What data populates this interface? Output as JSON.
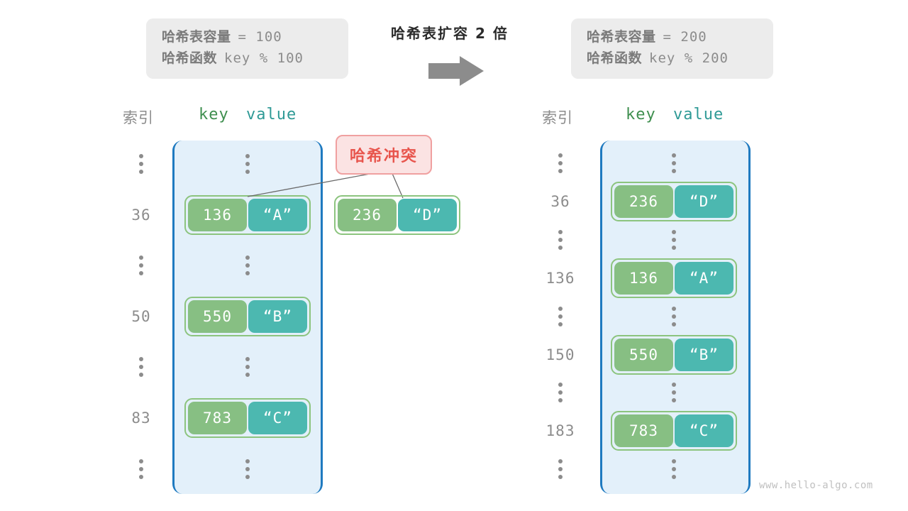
{
  "center": {
    "caption": "哈希表扩容 2 倍",
    "arrow_icon": "right-arrow-icon"
  },
  "watermark": "www.hello-algo.com",
  "colors": {
    "table_fill": "#e3f0fa",
    "table_border": "#1f7ac0",
    "key_cell": "#87bf83",
    "value_cell": "#4cb8b0",
    "pair_border": "#8cc47e",
    "badge_fill": "#fbe3e3",
    "badge_border": "#f0a0a0",
    "badge_text": "#e8554d",
    "info_box_fill": "#ececec",
    "muted_text": "#8c8c8c",
    "key_header": "#3f8f4f",
    "value_header": "#2f9a96"
  },
  "before": {
    "info": {
      "capacity_label": "哈希表容量",
      "capacity_value": "= 100",
      "function_label": "哈希函数",
      "function_value": "key % 100"
    },
    "headers": {
      "index": "索引",
      "key": "key",
      "value": "value"
    },
    "rows": [
      {
        "type": "ellipsis",
        "index": "⋮"
      },
      {
        "type": "entry",
        "index": "36",
        "key": "136",
        "value": "“A”"
      },
      {
        "type": "ellipsis",
        "index": "⋮"
      },
      {
        "type": "entry",
        "index": "50",
        "key": "550",
        "value": "“B”"
      },
      {
        "type": "ellipsis",
        "index": "⋮"
      },
      {
        "type": "entry",
        "index": "83",
        "key": "783",
        "value": "“C”"
      },
      {
        "type": "ellipsis",
        "index": "⋮"
      }
    ],
    "collision": {
      "badge": "哈希冲突",
      "key": "236",
      "value": "“D”"
    }
  },
  "after": {
    "info": {
      "capacity_label": "哈希表容量",
      "capacity_value": "= 200",
      "function_label": "哈希函数",
      "function_value": "key % 200"
    },
    "headers": {
      "index": "索引",
      "key": "key",
      "value": "value"
    },
    "rows": [
      {
        "type": "ellipsis",
        "index": "⋮"
      },
      {
        "type": "entry",
        "index": "36",
        "key": "236",
        "value": "“D”"
      },
      {
        "type": "ellipsis",
        "index": "⋮"
      },
      {
        "type": "entry",
        "index": "136",
        "key": "136",
        "value": "“A”"
      },
      {
        "type": "ellipsis",
        "index": "⋮"
      },
      {
        "type": "entry",
        "index": "150",
        "key": "550",
        "value": "“B”"
      },
      {
        "type": "ellipsis",
        "index": "⋮"
      },
      {
        "type": "entry",
        "index": "183",
        "key": "783",
        "value": "“C”"
      },
      {
        "type": "ellipsis",
        "index": "⋮"
      }
    ]
  }
}
